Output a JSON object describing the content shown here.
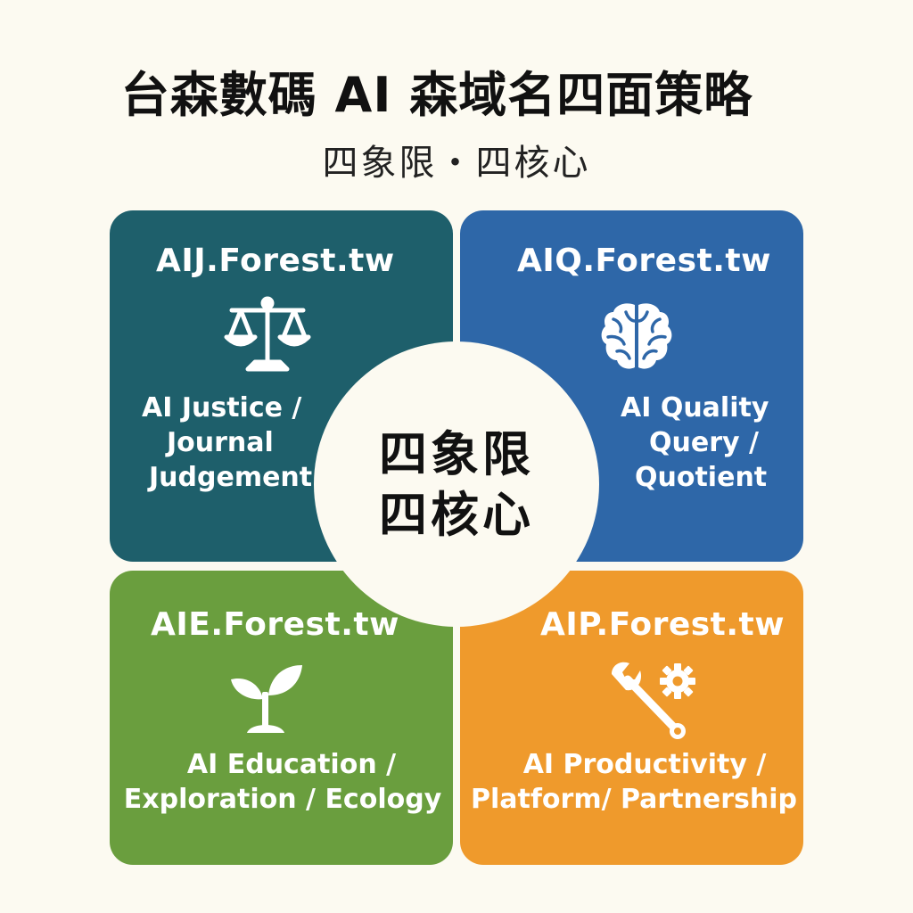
{
  "title": "台森數碼 AI 森域名四面策略",
  "subtitle": "四象限・四核心",
  "center": {
    "line1": "四象限",
    "line2": "四核心"
  },
  "quadrants": [
    {
      "domain": "AIJ.Forest.tw",
      "icon": "scales-of-justice-icon",
      "color": "#1e5f6b",
      "lines": [
        "AI Justice /",
        "Journal",
        "Judgement"
      ]
    },
    {
      "domain": "AIQ.Forest.tw",
      "icon": "brain-icon",
      "color": "#2e67a8",
      "lines": [
        "AI Quality",
        "Query /",
        "Quotient"
      ]
    },
    {
      "domain": "AIE.Forest.tw",
      "icon": "sprout-icon",
      "color": "#6a9e3e",
      "lines": [
        "AI Education /",
        "Exploration / Ecology"
      ]
    },
    {
      "domain": "AIP.Forest.tw",
      "icon": "wrench-gear-icon",
      "color": "#ef9a2c",
      "lines": [
        "AI Productivity /",
        "Platform/ Partnership"
      ]
    }
  ]
}
